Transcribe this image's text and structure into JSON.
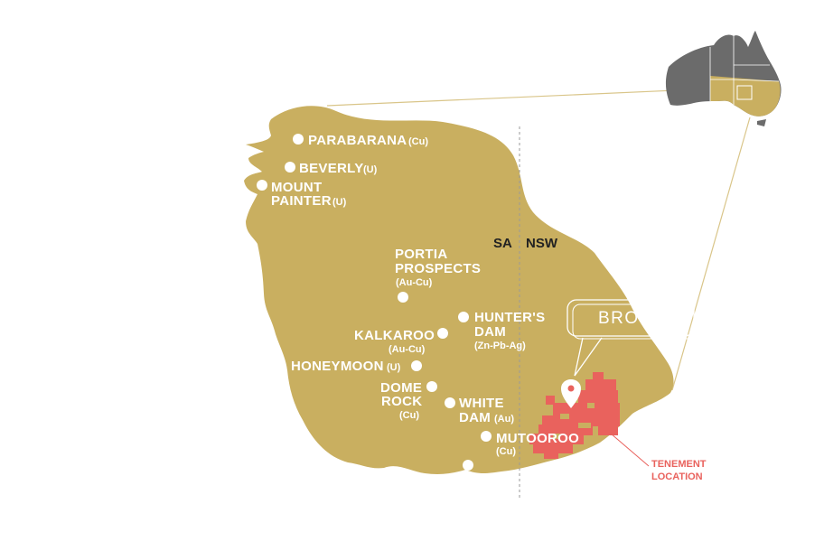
{
  "colors": {
    "land": "#c9af60",
    "tenement": "#e9625d",
    "inset_dark": "#6b6b6b",
    "white": "#ffffff",
    "connector": "#d9c589",
    "border_line": "#9a9a9a"
  },
  "places": [
    {
      "id": "parabarana",
      "name": "PARABARANA",
      "commodity": "(Cu)"
    },
    {
      "id": "beverly",
      "name": "BEVERLY",
      "commodity": "(U)"
    },
    {
      "id": "mount-painter",
      "name_line1": "MOUNT",
      "name_line2": "PAINTER",
      "commodity": "(U)"
    },
    {
      "id": "portia",
      "name_line1": "PORTIA",
      "name_line2": "PROSPECTS",
      "commodity": "(Au-Cu)"
    },
    {
      "id": "kalkaroo",
      "name": "KALKAROO",
      "commodity": "(Au-Cu)"
    },
    {
      "id": "hunters-dam",
      "name_line1": "HUNTER'S",
      "name_line2": "DAM",
      "commodity": "(Zn-Pb-Ag)"
    },
    {
      "id": "honeymoon",
      "name": "HONEYMOON",
      "commodity": "(U)"
    },
    {
      "id": "dome-rock",
      "name_line1": "DOME",
      "name_line2": "ROCK",
      "commodity": "(Cu)"
    },
    {
      "id": "white-dam",
      "name_line1": "WHITE",
      "name_line2": "DAM",
      "commodity": "(Au)"
    },
    {
      "id": "mutooroo",
      "name": "MUTOOROO",
      "commodity": "(Cu)"
    }
  ],
  "border": {
    "left": "SA",
    "right": "NSW"
  },
  "callout": {
    "text": "BRO"
  },
  "tenement": {
    "line1": "TENEMENT",
    "line2": "LOCATION"
  }
}
